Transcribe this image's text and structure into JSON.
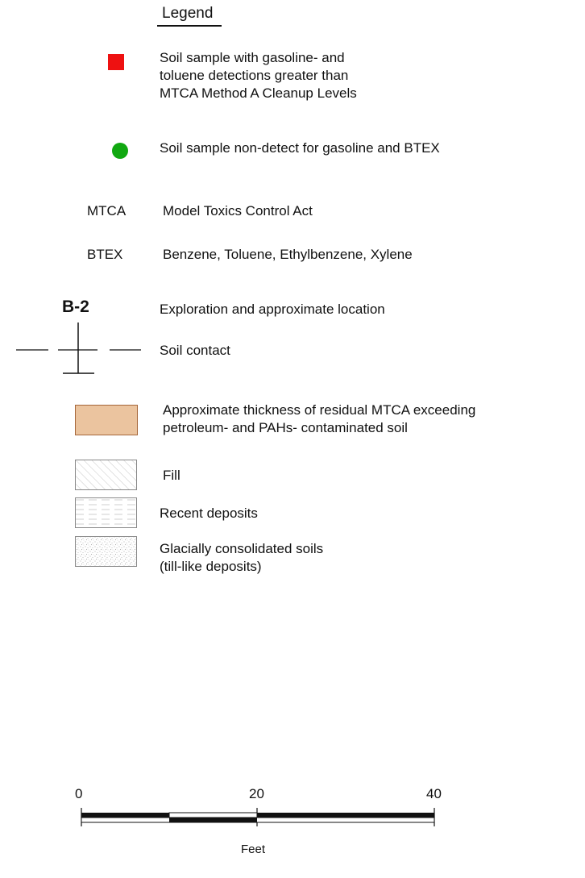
{
  "legend": {
    "title": "Legend",
    "items": {
      "exceed_sample": {
        "label": "Soil sample with gasoline- and\ntoluene detections greater than\nMTCA Method A Cleanup Levels",
        "color": "#ee1111",
        "icon": "red-square-icon"
      },
      "nondetect_sample": {
        "label": "Soil sample non-detect for gasoline and BTEX",
        "color": "#11a811",
        "icon": "green-circle-icon"
      },
      "mtca": {
        "abbr": "MTCA",
        "label": "Model Toxics Control Act"
      },
      "btex": {
        "abbr": "BTEX",
        "label": "Benzene, Toluene, Ethylbenzene, Xylene"
      },
      "exploration": {
        "symbol_label": "B-2",
        "label": "Exploration and approximate location"
      },
      "soil_contact": {
        "label": "Soil contact"
      },
      "residual": {
        "label": "Approximate thickness of residual MTCA exceeding\npetroleum- and PAHs- contaminated soil",
        "fill": "#ebc49f",
        "stroke": "#a5663a"
      },
      "fill": {
        "label": "Fill"
      },
      "recent": {
        "label": "Recent deposits"
      },
      "glacial": {
        "label": "Glacially consolidated soils\n(till-like deposits)"
      }
    }
  },
  "scale_bar": {
    "ticks": [
      "0",
      "20",
      "40"
    ],
    "unit": "Feet"
  }
}
